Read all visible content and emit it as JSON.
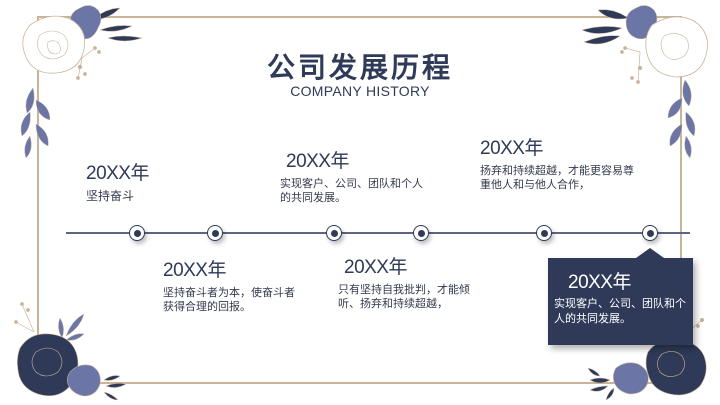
{
  "header": {
    "title": "公司发展历程",
    "subtitle": "COMPANY HISTORY"
  },
  "colors": {
    "primary": "#2e3a57",
    "accent_blue": "#6b76a6",
    "frame_gold": "#c9b49a",
    "background": "#ffffff"
  },
  "timeline": {
    "milestones": [
      {
        "year": "20XX年",
        "desc": "坚持奋斗",
        "position": "above"
      },
      {
        "year": "20XX年",
        "desc": "坚持奋斗者为本，使奋斗者获得合理的回报。",
        "position": "below"
      },
      {
        "year": "20XX年",
        "desc": "实现客户、公司、团队和个人的共同发展。",
        "position": "above"
      },
      {
        "year": "20XX年",
        "desc": "只有坚持自我批判，才能倾听、扬弃和持续超越，",
        "position": "below"
      },
      {
        "year": "20XX年",
        "desc": "扬弃和持续超越，才能更容易尊重他人和与他人合作，",
        "position": "above"
      },
      {
        "year": "20XX年",
        "desc": "实现客户、公司、团队和个人的共同发展。",
        "position": "below-highlighted"
      }
    ]
  },
  "icons": {
    "corner_decorations": [
      "peony-flower-icon",
      "leaf-branch-icon"
    ],
    "timeline_node": "target-dot-icon"
  }
}
